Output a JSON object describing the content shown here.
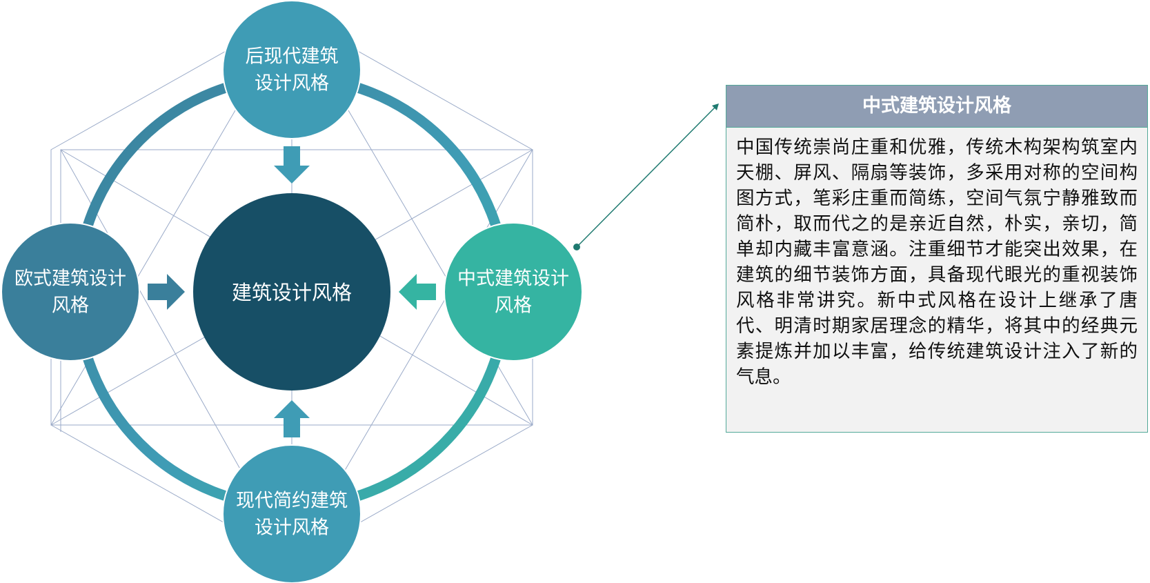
{
  "diagram": {
    "center": {
      "label": "建筑设计风格"
    },
    "nodes": {
      "top": {
        "line1": "后现代建筑",
        "line2": "设计风格"
      },
      "left": {
        "line1": "欧式建筑设计",
        "line2": "风格"
      },
      "right": {
        "line1": "中式建筑设计",
        "line2": "风格"
      },
      "bottom": {
        "line1": "现代简约建筑",
        "line2": "设计风格"
      }
    },
    "colors": {
      "center": "#174f66",
      "top": "#3f9cb5",
      "left": "#3a7f9b",
      "right": "#35b4a2",
      "bottom": "#3f9cb5",
      "grid_lines": "#9aaac8",
      "connector": "#1f7a70"
    }
  },
  "panel": {
    "title": "中式建筑设计风格",
    "body": "中国传统崇尚庄重和优雅，传统木构架构筑室内天棚、屏风、隔扇等装饰，多采用对称的空间构图方式，笔彩庄重而简练，空间气氛宁静雅致而简朴，取而代之的是亲近自然，朴实，亲切，简单却内藏丰富意涵。注重细节才能突出效果，在建筑的细节装饰方面，具备现代眼光的重视装饰风格非常讲究。新中式风格在设计上继承了唐代、明清时期家居理念的精华，将其中的经典元素提炼并加以丰富，给传统建筑设计注入了新的气息。"
  }
}
